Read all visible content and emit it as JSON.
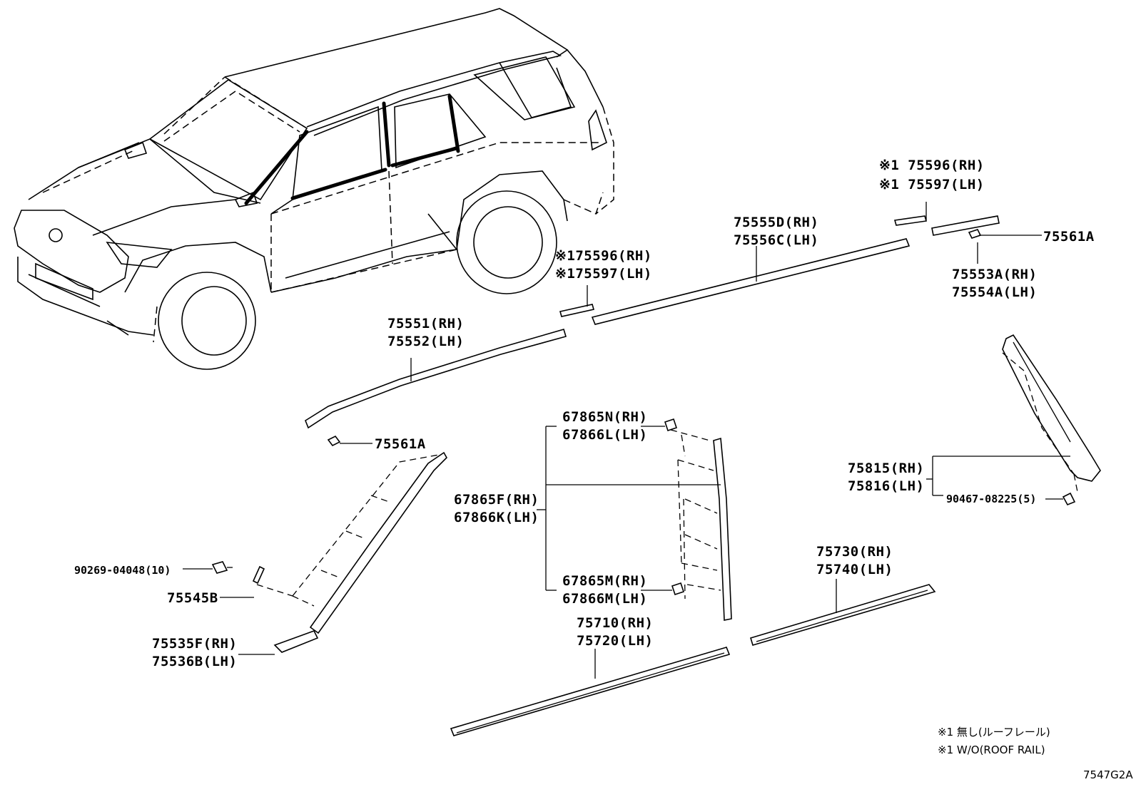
{
  "labels": {
    "a_75596_rh": "※1 75596(RH)",
    "a_75597_lh": "※1 75597(LH)",
    "b_75555d_rh": "75555D(RH)",
    "b_75556c_lh": "75556C(LH)",
    "c_75561a_top": "75561A",
    "d_75553a_rh": "75553A(RH)",
    "d_75554a_lh": "75554A(LH)",
    "e_75596_rh": "※175596(RH)",
    "e_75597_lh": "※175597(LH)",
    "f_75551_rh": "75551(RH)",
    "f_75552_lh": "75552(LH)",
    "g_75561a_mid": "75561A",
    "h_67865n_rh": "67865N(RH)",
    "h_67866l_lh": "67866L(LH)",
    "i_67865f_rh": "67865F(RH)",
    "i_67866k_lh": "67866K(LH)",
    "j_67865m_rh": "67865M(RH)",
    "j_67866m_lh": "67866M(LH)",
    "k_75815_rh": "75815(RH)",
    "k_75816_lh": "75816(LH)",
    "l_90467": "90467-08225(5)",
    "m_90269": "90269-04048(10)",
    "n_75545b": "75545B",
    "o_75535f_rh": "75535F(RH)",
    "o_75536b_lh": "75536B(LH)",
    "p_75710_rh": "75710(RH)",
    "p_75720_lh": "75720(LH)",
    "q_75730_rh": "75730(RH)",
    "q_75740_lh": "75740(LH)"
  },
  "notes": {
    "jp": "※1 無し(ルーフレール)",
    "en": "※1 W/O(ROOF RAIL)"
  },
  "diagram_code": "7547G2A"
}
